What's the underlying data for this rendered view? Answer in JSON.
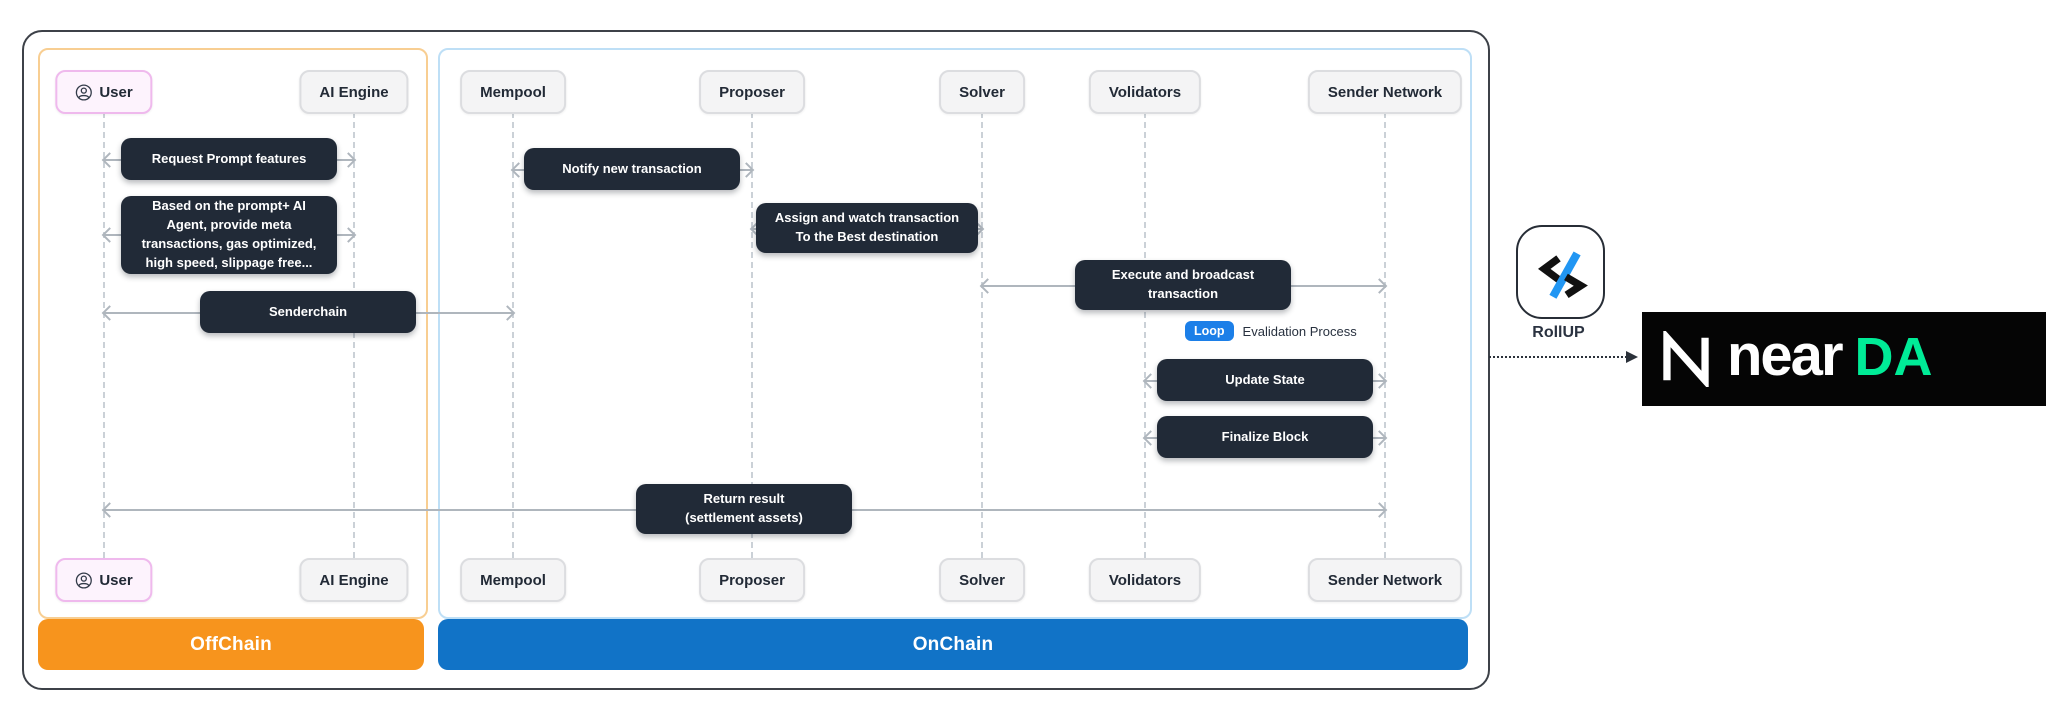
{
  "regions": {
    "offchain": {
      "label": "OffChain",
      "bar_color": "#F7941D"
    },
    "onchain": {
      "label": "OnChain",
      "bar_color": "#1173C7"
    }
  },
  "actors": [
    {
      "id": "user",
      "label": "User"
    },
    {
      "id": "ai-engine",
      "label": "AI Engine"
    },
    {
      "id": "mempool",
      "label": "Mempool"
    },
    {
      "id": "proposer",
      "label": "Proposer"
    },
    {
      "id": "solver",
      "label": "Solver"
    },
    {
      "id": "volidators",
      "label": "Volidators"
    },
    {
      "id": "sender-network",
      "label": "Sender Network"
    }
  ],
  "messages": [
    {
      "text": "Request Prompt features",
      "from": "User",
      "to": "AI Engine"
    },
    {
      "text": "Based on the prompt+ AI\nAgent, provide meta\ntransactions, gas optimized,\nhigh speed, slippage free...",
      "from": "User",
      "to": "AI Engine"
    },
    {
      "text": "Senderchain",
      "from": "User",
      "to": "Mempool"
    },
    {
      "text": "Notify new transaction",
      "from": "Mempool",
      "to": "Proposer"
    },
    {
      "text": "Assign and watch transaction\nTo the Best destination",
      "from": "Proposer",
      "to": "Solver"
    },
    {
      "text": "Execute and broadcast\ntransaction",
      "from": "Solver",
      "to": "Sender Network"
    },
    {
      "text": "Update State",
      "from": "Volidators",
      "to": "Sender Network"
    },
    {
      "text": "Finalize Block",
      "from": "Volidators",
      "to": "Sender Network"
    },
    {
      "text": "Return result\n(settlement assets)",
      "from": "User",
      "to": "Sender Network"
    }
  ],
  "loop": {
    "badge": "Loop",
    "label": "Evalidation Process",
    "badge_color": "#1C7FE8"
  },
  "rollup": {
    "label": "RollUP",
    "slash_color": "#2196F3"
  },
  "nearda": {
    "word": "near",
    "suffix": "DA",
    "green": "#00EC97"
  },
  "colors": {
    "message_box": "#212A37",
    "arrow": "#AFB6BD",
    "offchain_border": "#F8CE92",
    "onchain_border": "#BEDFF6"
  }
}
